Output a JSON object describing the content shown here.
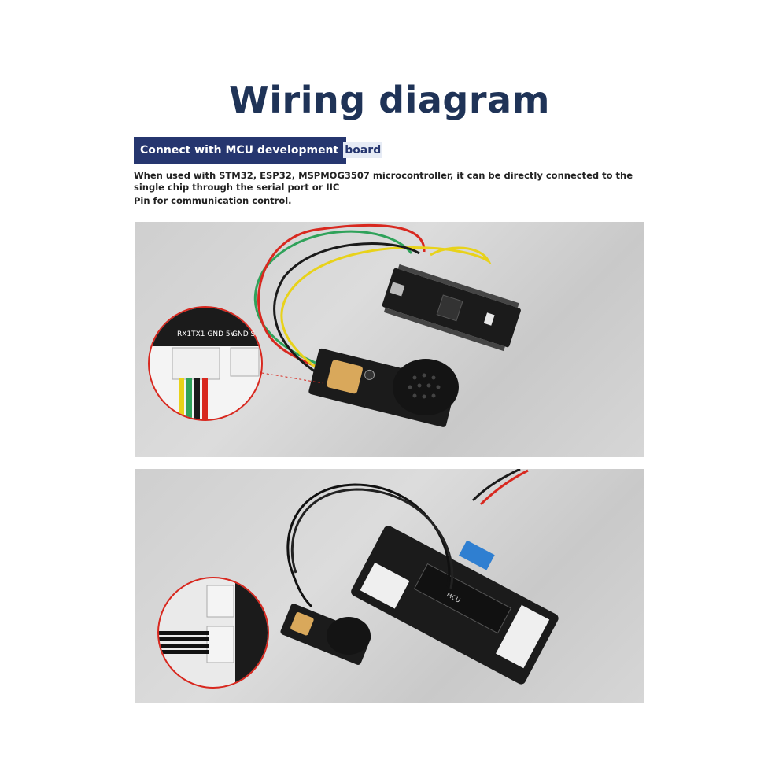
{
  "header": {
    "title": "Wiring diagram"
  },
  "section": {
    "badge_main": "Connect with MCU development",
    "badge_tail": "board",
    "description_line1": "When used with STM32, ESP32, MSPMOG3507 microcontroller, it can be directly connected to the single chip through the serial port or IIC",
    "description_line2": "Pin for communication control."
  },
  "photo1": {
    "pin_labels": "RX1TX1 GND 5V",
    "pin_labels_right": "GND S"
  },
  "photo2": {
    "board_label": "MCU"
  },
  "colors": {
    "title": "#1f3357",
    "badge_bg": "#26366f",
    "wire_red": "#d8281f",
    "wire_green": "#2fa25a",
    "wire_yellow": "#e8d21a",
    "wire_black": "#1a1a1a",
    "board": "#1b1b1b"
  }
}
